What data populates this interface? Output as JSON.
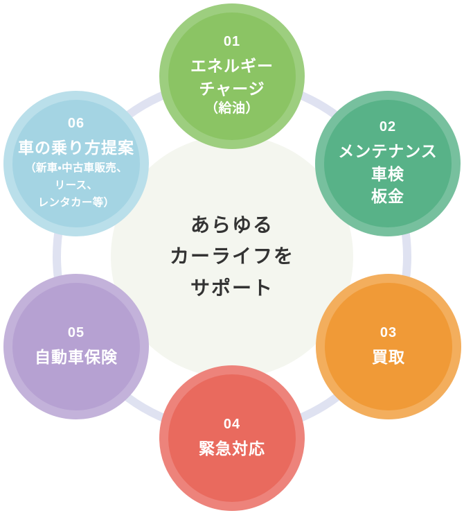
{
  "diagram": {
    "ring_color": "#dfe2f1",
    "node_text_color": "#ffffff",
    "center": {
      "bg_color": "#f4f6ef",
      "text_color": "#333333",
      "lines": [
        "あらゆる",
        "カーライフを",
        "サポート"
      ]
    },
    "nodes": [
      {
        "number": "01",
        "lines": [
          "エネルギー",
          "チャージ",
          "（給油）"
        ],
        "fill_color": "#8bc464",
        "ring_color": "#9dce7f"
      },
      {
        "number": "02",
        "lines": [
          "メンテナンス",
          "車検",
          "板金"
        ],
        "fill_color": "#58b288",
        "ring_color": "#77c09e"
      },
      {
        "number": "03",
        "lines": [
          "買取"
        ],
        "fill_color": "#f09a37",
        "ring_color": "#f3ae5d"
      },
      {
        "number": "04",
        "lines": [
          "緊急対応"
        ],
        "fill_color": "#e96a5e",
        "ring_color": "#ed837b"
      },
      {
        "number": "05",
        "lines": [
          "自動車保険"
        ],
        "fill_color": "#b6a1d2",
        "ring_color": "#c3b2da"
      },
      {
        "number": "06",
        "lines": [
          "車の乗り方提案"
        ],
        "sublines": [
          "（新車・中古車販売、",
          "リース、",
          "レンタカー等）"
        ],
        "fill_color": "#a4d4e3",
        "ring_color": "#badfea"
      }
    ]
  }
}
